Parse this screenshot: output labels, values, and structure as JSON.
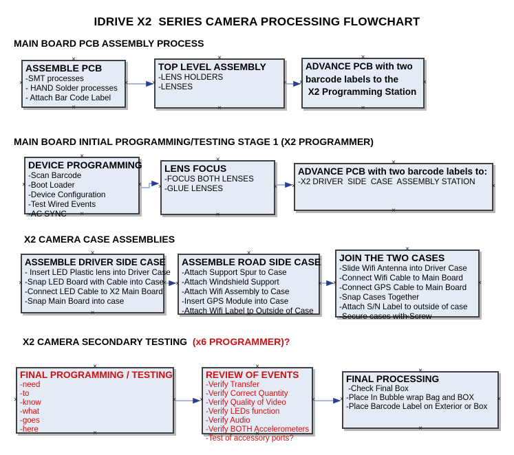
{
  "page_title": "IDRIVE X2  SERIES CAMERA PROCESSING FLOWCHART",
  "icons": {
    "connection_point": "×"
  },
  "colors": {
    "box_fill": "#e4ebf5",
    "box_border": "#404040",
    "box_shadow": "#808080",
    "arrow_line": "#8ba3cc",
    "arrow_head": "#2b3f8c",
    "accent_red": "#cc1111",
    "text_black": "#000000"
  },
  "sections": [
    {
      "header": "MAIN BOARD PCB ASSEMBLY PROCESS",
      "header_red": "",
      "boxes": [
        {
          "title": "ASSEMBLE PCB",
          "lines": [
            "-SMT processes",
            "- HAND Solder processes",
            "- Attach Bar Code Label"
          ]
        },
        {
          "title": "TOP LEVEL ASSEMBLY",
          "lines": [
            "-LENS HOLDERS",
            "-LENSES"
          ]
        },
        {
          "title": "ADVANCE PCB with two\nbarcode labels to the\n X2 Programming Station",
          "lines": []
        }
      ]
    },
    {
      "header": "MAIN BOARD INITIAL PROGRAMMING/TESTING STAGE 1 (X2 PROGRAMMER)",
      "header_red": "",
      "boxes": [
        {
          "title": "DEVICE PROGRAMMING",
          "lines": [
            "-Scan Barcode",
            "-Boot Loader",
            "-Device Configuration",
            "-Test Wired Events",
            "-AC SYNC"
          ]
        },
        {
          "title": "LENS FOCUS",
          "lines": [
            "-FOCUS BOTH LENSES",
            "-GLUE LENSES"
          ]
        },
        {
          "title": "ADVANCE PCB with two barcode labels to:",
          "lines": [
            "-X2 DRIVER  SIDE  CASE  ASSEMBLY STATION"
          ]
        }
      ]
    },
    {
      "header": "X2 CAMERA CASE ASSEMBLIES",
      "header_red": "",
      "boxes": [
        {
          "title": "ASSEMBLE DRIVER SIDE CASE",
          "lines": [
            "- Insert LED Plastic lens into Driver Case",
            "-Snap LED Board with Cable into Case",
            "-Connect LED Cable to X2 Main Board",
            "-Snap Main Board into case"
          ]
        },
        {
          "title": "ASSEMBLE ROAD SIDE CASE",
          "lines": [
            "-Attach Support Spur to Case",
            "-Attach Windshield Support",
            "-Attach Wifi Assembly to Case",
            "-Insert GPS Module into Case",
            "-Attach Wifi Label to Outside of Case"
          ]
        },
        {
          "title": "JOIN THE TWO CASES",
          "lines": [
            "-Slide Wifi Antenna into Driver Case",
            "-Connect Wifi Cable to Main Board",
            "-Connect GPS Cable to Main Board",
            "-Snap Cases Together",
            "-Attach S/N Label to outside of case",
            "-Secure cases with Screw"
          ]
        }
      ]
    },
    {
      "header": "X2 CAMERA SECONDARY TESTING  ",
      "header_red": "(x6 PROGRAMMER)?",
      "boxes": [
        {
          "title": "FINAL PROGRAMMING / TESTING",
          "lines": [
            "-need",
            "-to",
            "-know",
            "-what",
            "-goes",
            "-here"
          ]
        },
        {
          "title": "REVIEW OF EVENTS",
          "lines": [
            "-Verify Transfer",
            "-Verify Correct Quantity",
            "-Verify Quality of Video",
            "-Verify LEDs function",
            "-Verify Audio",
            "-Verify BOTH Accelerometers",
            "-Test of accessory ports?"
          ]
        },
        {
          "title": "FINAL PROCESSING",
          "lines": [
            " -Check Final Box",
            "-Place In Bubble wrap Bag and BOX",
            "-Place Barcode Label on Exterior or Box"
          ]
        }
      ]
    }
  ]
}
